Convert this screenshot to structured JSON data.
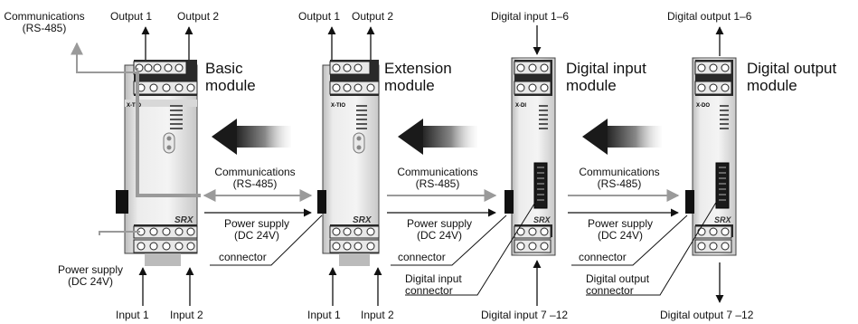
{
  "modules": [
    {
      "model": "X-TIO",
      "name_line1": "Basic",
      "name_line2": "module"
    },
    {
      "model": "X-TIO",
      "name_line1": "Extension",
      "name_line2": "module"
    },
    {
      "model": "X-DI",
      "name_line1": "Digital input",
      "name_line2": "module"
    },
    {
      "model": "X-DO",
      "name_line1": "Digital output",
      "name_line2": "module"
    }
  ],
  "brand": "SRX",
  "labels": {
    "comm_top_line1": "Communications",
    "comm_top_line2": "(RS-485)",
    "output1": "Output 1",
    "output2": "Output 2",
    "input1": "Input 1",
    "input2": "Input 2",
    "power_bottom_line1": "Power supply",
    "power_bottom_line2": "(DC 24V)",
    "digital_input_top": "Digital input 1–6",
    "digital_output_top": "Digital output 1–6",
    "digital_input_bottom": "Digital input 7 –12",
    "digital_output_bottom": "Digital output 7 –12",
    "comm_line1": "Communications",
    "comm_line2": "(RS-485)",
    "power_line1": "Power supply",
    "power_line2": "(DC 24V)",
    "connector": "connector",
    "di_connector_line1": "Digital input",
    "di_connector_line2": "connector",
    "do_connector_line1": "Digital output",
    "do_connector_line2": "connector"
  }
}
